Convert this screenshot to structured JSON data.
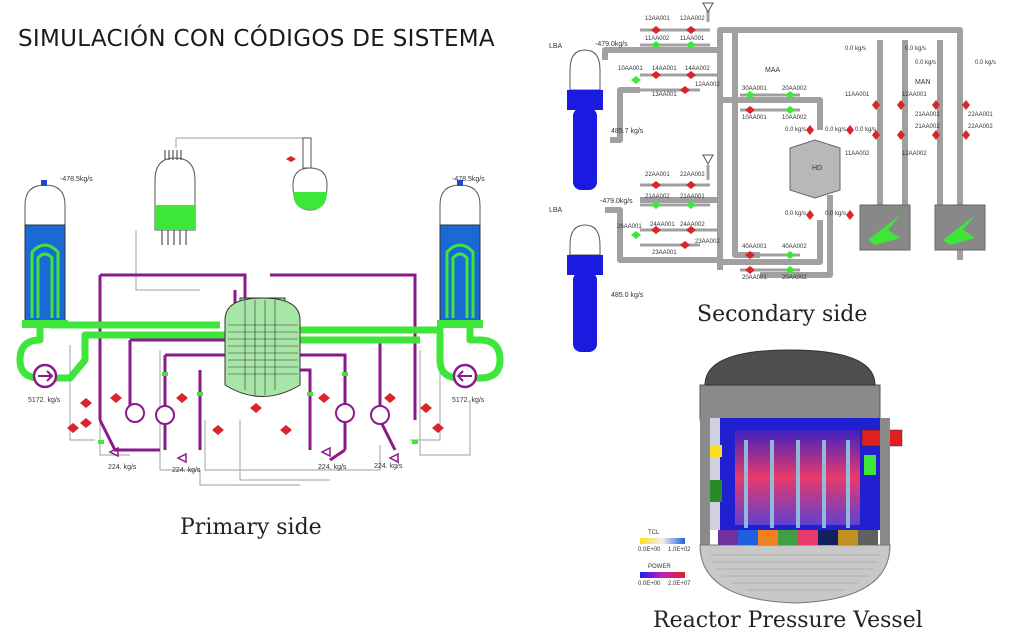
{
  "heading": "SIMULACIÓN CON CÓDIGOS DE SISTEMA",
  "primary": {
    "caption": "Primary side",
    "flow_left": "-478.5kg/s",
    "flow_right": "-478.5kg/s",
    "pump_left": "5172. kg/s",
    "pump_right": "5172. kg/s",
    "loop_flows": [
      "224. kg/s",
      "224. kg/s",
      "224. kg/s",
      "224. kg/s"
    ]
  },
  "secondary": {
    "caption": "Secondary side",
    "lba_top": "LBA",
    "lba_bottom": "LBA",
    "flow_top": "-479.0kg/s",
    "flow_bottom": "-479.0kg/s",
    "level_top": "485.7 kg/s",
    "level_bottom": "485.0 kg/s",
    "maa": "MAA",
    "man": "MAN",
    "hd": "HD",
    "flows": [
      "0.0 kg/s",
      "0.0 kg/s",
      "0.0 kg/s",
      "0.0 kg/s",
      "0.0 kg/s",
      "0.0 kg/s",
      "0.0 kg/s",
      "0.0 kg/s",
      "0.0 kg/s"
    ],
    "valves": [
      "12AA001",
      "12AA002",
      "11AA002",
      "11AA001",
      "10AA001",
      "14AA001",
      "14AA002",
      "13AA001",
      "12AA002",
      "30AA001",
      "20AA002",
      "10AA001",
      "10AA002",
      "11AA001",
      "12AA001",
      "11AA002",
      "12AA002",
      "21AA001",
      "22AA001",
      "21AA002",
      "22AA002",
      "22AA001",
      "22AA002",
      "21AA002",
      "21AA001",
      "24AA001",
      "24AA002",
      "23AA001",
      "23AA002",
      "40AA001",
      "40AA002",
      "20AA001",
      "20AA002",
      "26AA001"
    ]
  },
  "rpv": {
    "caption": "Reactor Pressure Vessel",
    "legend1_label": "TCL",
    "legend1_min": "0.0E+00",
    "legend1_max": "1.0E+02",
    "legend2_label": "POWER",
    "legend2_min": "0.0E+00",
    "legend2_max": "2.0E+07"
  },
  "colors": {
    "primary_green": "#3ee63a",
    "violet": "#8a1a8a",
    "sg_blue": "#1a6ad6",
    "sec_blue": "#1a1ae0",
    "valve_red": "#d8242a",
    "pipe_grey": "#a0a0a0"
  }
}
